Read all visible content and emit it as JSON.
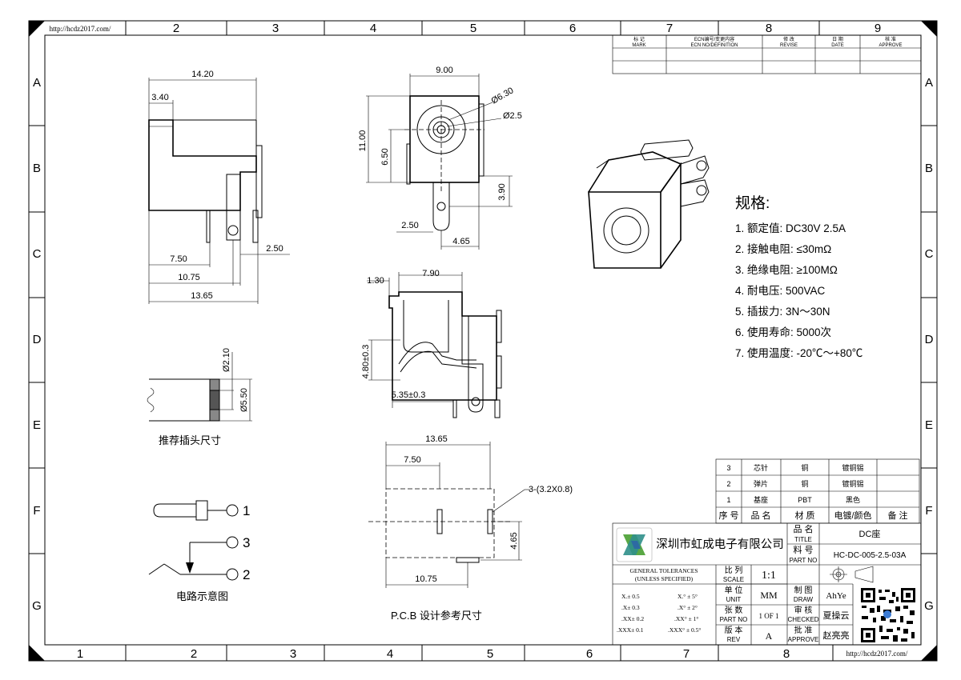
{
  "frame": {
    "url_label": "http://hcdz2017.com/",
    "cols_top": [
      "2",
      "3",
      "4",
      "5",
      "6",
      "7",
      "8",
      "9"
    ],
    "cols_bottom": [
      "1",
      "2",
      "3",
      "4",
      "5",
      "6",
      "7",
      "8"
    ],
    "rows": [
      "A",
      "B",
      "C",
      "D",
      "E",
      "F",
      "G"
    ]
  },
  "revision": {
    "headers": [
      {
        "cn": "标 记",
        "en": "MARK"
      },
      {
        "cn": "ECN编号/变更内容",
        "en": "ECN NO/DEFINITION"
      },
      {
        "cn": "修 改",
        "en": "REVISE"
      },
      {
        "cn": "日 期",
        "en": "DATE"
      },
      {
        "cn": "核 准",
        "en": "APPROVE"
      }
    ]
  },
  "side_view": {
    "dims": {
      "d1420": "14.20",
      "d340": "3.40",
      "d250": "2.50",
      "d750": "7.50",
      "d1075": "10.75",
      "d1365": "13.65"
    }
  },
  "front_view": {
    "dims": {
      "d900": "9.00",
      "d630": "Ø6.30",
      "d25": "Ø2.5",
      "d1100": "11.00",
      "d650": "6.50",
      "d390": "3.90",
      "d250": "2.50",
      "d465": "4.65"
    }
  },
  "cut_view": {
    "dims": {
      "d130": "1.30",
      "d790": "7.90",
      "d480": "4.80±0.3",
      "d535": "5.35±0.3"
    }
  },
  "plug": {
    "dims": {
      "d210": "Ø2.10",
      "d550": "Ø5.50"
    },
    "caption": "推荐插头尺寸"
  },
  "pcb": {
    "dims": {
      "d1365": "13.65",
      "d750": "7.50",
      "hole": "3-(3.2X0.8)",
      "d465": "4.65",
      "d1075": "10.75"
    },
    "caption": "P.C.B 设计参考尺寸"
  },
  "circuit": {
    "pins": [
      "1",
      "3",
      "2"
    ],
    "caption": "电路示意图"
  },
  "specs": {
    "title": "规格:",
    "items": [
      "1.   额定值: DC30V 2.5A",
      "2.   接触电阻: ≤30mΩ",
      "3.   绝缘电阻: ≥100MΩ",
      "4.   耐电压: 500VAC",
      "5.   插拔力: 3N～30N",
      "6.   使用寿命: 5000次",
      "7.   使用温度: -20℃～+80℃"
    ]
  },
  "bom": {
    "rows": [
      [
        "3",
        "芯针",
        "铜",
        "镀铜锡",
        ""
      ],
      [
        "2",
        "弹片",
        "铜",
        "镀铜锡",
        ""
      ],
      [
        "1",
        "基座",
        "PBT",
        "黑色",
        ""
      ]
    ],
    "header": [
      "序 号",
      "品 名",
      "材 质",
      "电镀/颜色",
      "备 注"
    ]
  },
  "title_block": {
    "company": "深圳市虹成电子有限公司",
    "title_label_cn": "品 名",
    "title_label_en": "TITLE",
    "title_value": "DC座",
    "part_label_cn": "料 号",
    "part_label_en": "PART NO",
    "part_value": "HC-DC-005-2.5-03A",
    "tol_title1": "GENERAL TOLERANCES",
    "tol_title2": "(UNLESS SPECIFIED)",
    "tol_left": [
      "X.± 0.5",
      ".X± 0.3",
      ".XX± 0.2",
      ".XXX± 0.1"
    ],
    "tol_right": [
      "X.° ± 5°",
      ".X° ± 2°",
      ".XX° ± 1°",
      ".XXX° ± 0.5°"
    ],
    "scale_cn": "比 列",
    "scale_en": "SCALE",
    "scale_value": "1:1",
    "unit_cn": "单 位",
    "unit_en": "UNIT",
    "unit_value": "MM",
    "sheet_cn": "张 数",
    "sheet_en": "PART NO",
    "sheet_value": "1 OF 1",
    "rev_cn": "版 本",
    "rev_en": "REV",
    "rev_value": "A",
    "draw_cn": "制 图",
    "draw_en": "DRAW",
    "draw_value": "AhYe",
    "check_cn": "审 核",
    "check_en": "CHECKED",
    "check_value": "夏操云",
    "approve_cn": "批 准",
    "approve_en": "APPROVE",
    "approve_value": "赵亮亮"
  },
  "colors": {
    "logo_green": "#5aa845",
    "logo_teal": "#2f8f8a",
    "logo_blue": "#2d6aa3"
  }
}
